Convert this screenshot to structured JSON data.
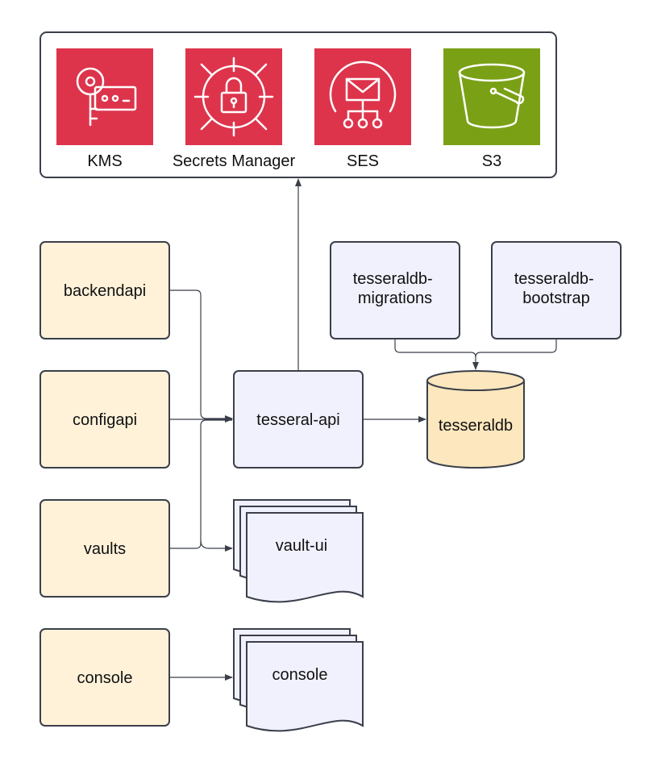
{
  "colors": {
    "yellow_fill": "#fff2d9",
    "lavender_fill": "#f1f1fe",
    "db_fill": "#fce7be",
    "stroke": "#3a3f4a",
    "aws_red": "#dd344c",
    "aws_green": "#7aa116",
    "connector": "#3a3f4a"
  },
  "aws": {
    "kms": {
      "label": "KMS",
      "icon": "key-icon"
    },
    "secrets": {
      "label": "Secrets Manager",
      "icon": "lock-icon"
    },
    "ses": {
      "label": "SES",
      "icon": "envelope-icon"
    },
    "s3": {
      "label": "S3",
      "icon": "bucket-icon"
    }
  },
  "nodes": {
    "backendapi": "backendapi",
    "configapi": "configapi",
    "vaults": "vaults",
    "console": "console",
    "tesseral_api": "tesseral-api",
    "migrations": [
      "tesseraldb-",
      "migrations"
    ],
    "bootstrap": [
      "tesseraldb-",
      "bootstrap"
    ],
    "tesseraldb": "tesseraldb",
    "vault_ui": "vault-ui",
    "console_ui": "console"
  }
}
